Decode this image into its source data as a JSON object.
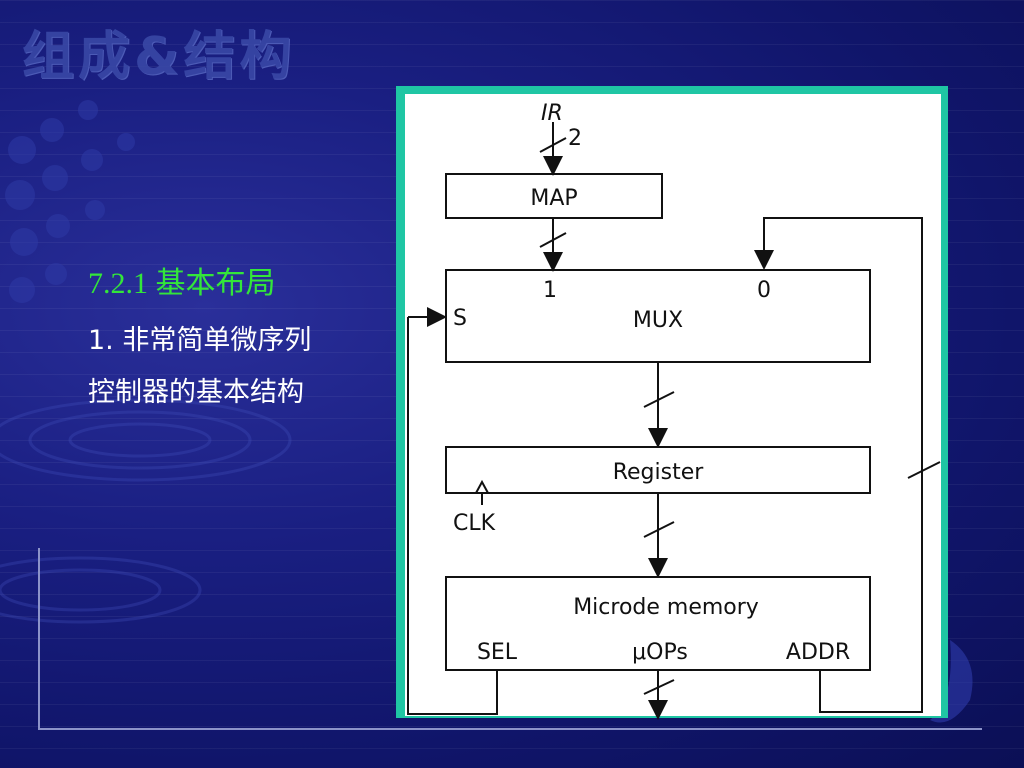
{
  "slide": {
    "title": "组成&结构",
    "section_heading": "7.2.1 基本布局",
    "description_line1": "1. 非常简单微序列",
    "description_line2": "控制器的基本结构"
  },
  "diagram": {
    "ir_label": "IR",
    "ir_width": "2",
    "map_label": "MAP",
    "mux_label": "MUX",
    "mux_input1": "1",
    "mux_input0": "0",
    "mux_select": "S",
    "register_label": "Register",
    "clk_label": "CLK",
    "memory_label": "Microde memory",
    "sel_label": "SEL",
    "uops_label": "μOPs",
    "addr_label": "ADDR"
  },
  "colors": {
    "background": "#1a1f82",
    "title_color": "#3b4aa8",
    "heading_color": "#33e63a",
    "panel_border": "#1fc6a4"
  }
}
